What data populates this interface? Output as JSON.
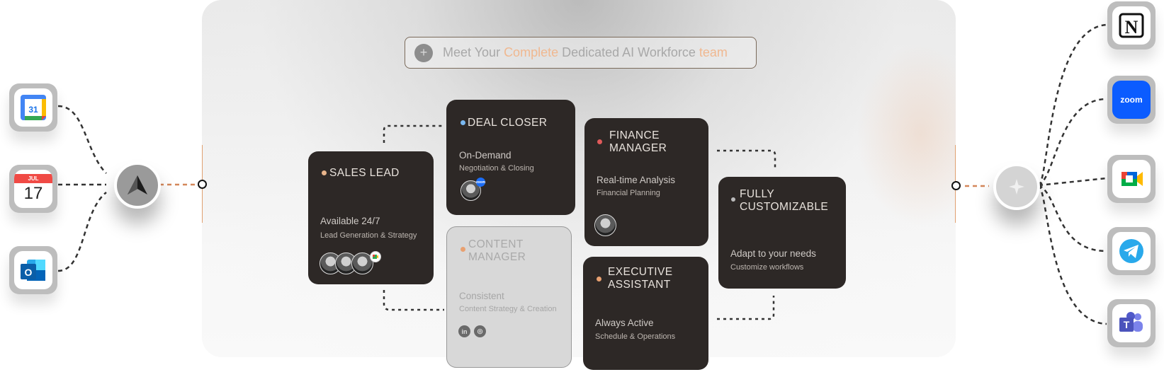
{
  "headline": {
    "part1": "Meet Your ",
    "part2": "Complete",
    "part3": " Dedicated AI Workforce ",
    "part4": "team"
  },
  "cards": {
    "sales_lead": {
      "title": "SALES LEAD",
      "main": "Available 24/7",
      "sub": "Lead Generation & Strategy",
      "dot_color": "#e8b48a"
    },
    "deal_closer": {
      "title": "DEAL CLOSER",
      "main": "On-Demand",
      "sub": "Negotiation & Closing",
      "dot_color": "#7ab8f0",
      "badge": "zoom"
    },
    "content_manager": {
      "title_line1": "CONTENT",
      "title_line2": "MANAGER",
      "main": "Consistent",
      "sub": "Content Strategy & Creation",
      "dot_color": "#e8a070",
      "social1": "in",
      "social2": "◎"
    },
    "finance_manager": {
      "title_line1": "FINANCE",
      "title_line2": "MANAGER",
      "main": "Real-time Analysis",
      "sub": "Financial Planning",
      "dot_color": "#e05a5a"
    },
    "executive_assistant": {
      "title_line1": "EXECUTIVE",
      "title_line2": "ASSISTANT",
      "main": "Always Active",
      "sub": "Schedule & Operations",
      "dot_color": "#e8a070"
    },
    "fully_customizable": {
      "title_line1": "FULLY",
      "title_line2": "CUSTOMIZABLE",
      "main": "Adapt to your needs",
      "sub": "Customize workflows",
      "dot_color": "#bbbbbb"
    }
  },
  "left_apps": [
    {
      "name": "google-calendar-icon",
      "label": "31"
    },
    {
      "name": "apple-calendar-icon",
      "month": "JUL",
      "day": "17"
    },
    {
      "name": "outlook-icon",
      "label": "O"
    }
  ],
  "right_apps": [
    {
      "name": "notion-icon",
      "label": "N"
    },
    {
      "name": "zoom-icon",
      "label": "zoom"
    },
    {
      "name": "google-meet-icon"
    },
    {
      "name": "telegram-icon"
    },
    {
      "name": "teams-icon",
      "label": "T"
    }
  ],
  "colors": {
    "card_dark": "#2d2826",
    "accent_orange": "#f0b890",
    "connector_orange": "#d4875a"
  }
}
